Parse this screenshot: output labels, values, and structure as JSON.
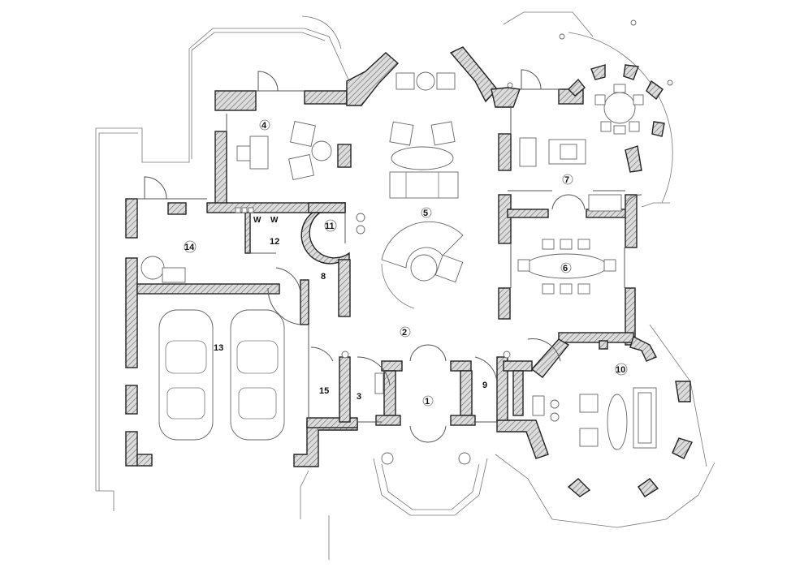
{
  "rooms": [
    {
      "label": "1"
    },
    {
      "label": "2"
    },
    {
      "label": "3"
    },
    {
      "label": "4"
    },
    {
      "label": "5"
    },
    {
      "label": "6"
    },
    {
      "label": "7"
    },
    {
      "label": "8"
    },
    {
      "label": "9"
    },
    {
      "label": "10"
    },
    {
      "label": "11"
    },
    {
      "label": "12"
    },
    {
      "label": "13"
    },
    {
      "label": "14"
    },
    {
      "label": "15"
    }
  ],
  "laundry": {
    "w1": "W",
    "w2": "W"
  }
}
